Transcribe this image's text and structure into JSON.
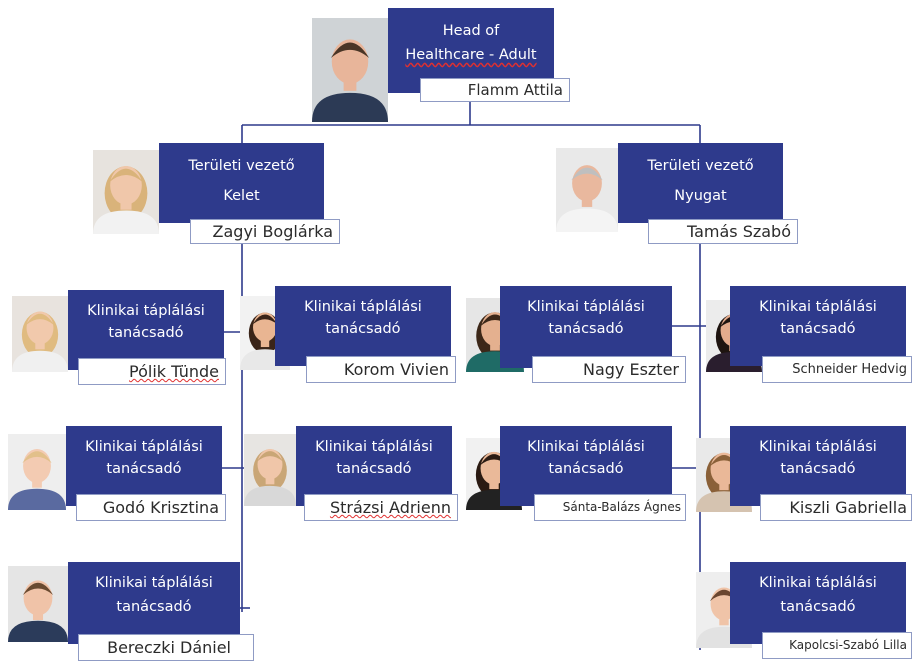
{
  "head": {
    "title_lines": [
      "Head of",
      "Healthcare - Adult"
    ],
    "name": "Flamm Attila"
  },
  "managers": [
    {
      "title_lines": [
        "Területi vezető",
        "Kelet"
      ],
      "name": "Zagyi Boglárka"
    },
    {
      "title_lines": [
        "Területi vezető",
        "Nyugat"
      ],
      "name": "Tamás Szabó"
    }
  ],
  "staff_title_lines": [
    "Klinikai táplálási",
    "tanácsadó"
  ],
  "staff": [
    {
      "name": "Pólik Tünde",
      "team": "Kelet"
    },
    {
      "name": "Korom Vivien",
      "team": "Kelet"
    },
    {
      "name": "Godó Krisztina",
      "team": "Kelet"
    },
    {
      "name": "Strázsi Adrienn",
      "team": "Kelet"
    },
    {
      "name": "Bereczki Dániel",
      "team": "Kelet"
    },
    {
      "name": "Nagy Eszter",
      "team": "Nyugat"
    },
    {
      "name": "Schneider Hedvig",
      "team": "Nyugat"
    },
    {
      "name": "Sánta-Balázs Ágnes",
      "team": "Nyugat"
    },
    {
      "name": "Kiszli Gabriella",
      "team": "Nyugat"
    },
    {
      "name": "Kapolcsi-Szabó Lilla",
      "team": "Nyugat"
    }
  ],
  "colors": {
    "box_fill": "#2e3a8c",
    "connector": "#2e3a8c",
    "name_border": "#8f9bc4"
  }
}
